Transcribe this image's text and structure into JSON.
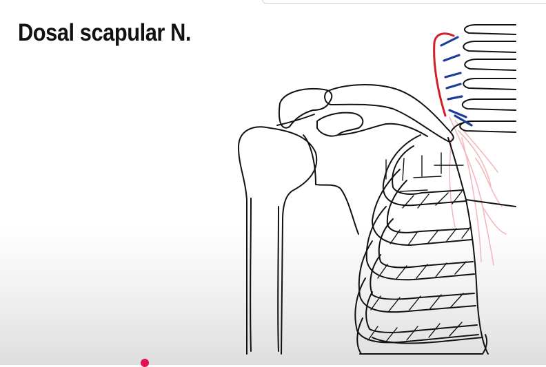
{
  "title": "Dosal scapular N.",
  "colors": {
    "outline": "#111111",
    "nerve_red": "#d21f27",
    "nerve_blue": "#1f3b9a",
    "nerve_pink": "#f2b8bd",
    "marker": "#e0124f"
  },
  "icons": [
    "shoulder-skeleton-illustration",
    "dorsal-scapular-nerve",
    "cervical-nerve-root-marks",
    "playback-marker-dot"
  ]
}
